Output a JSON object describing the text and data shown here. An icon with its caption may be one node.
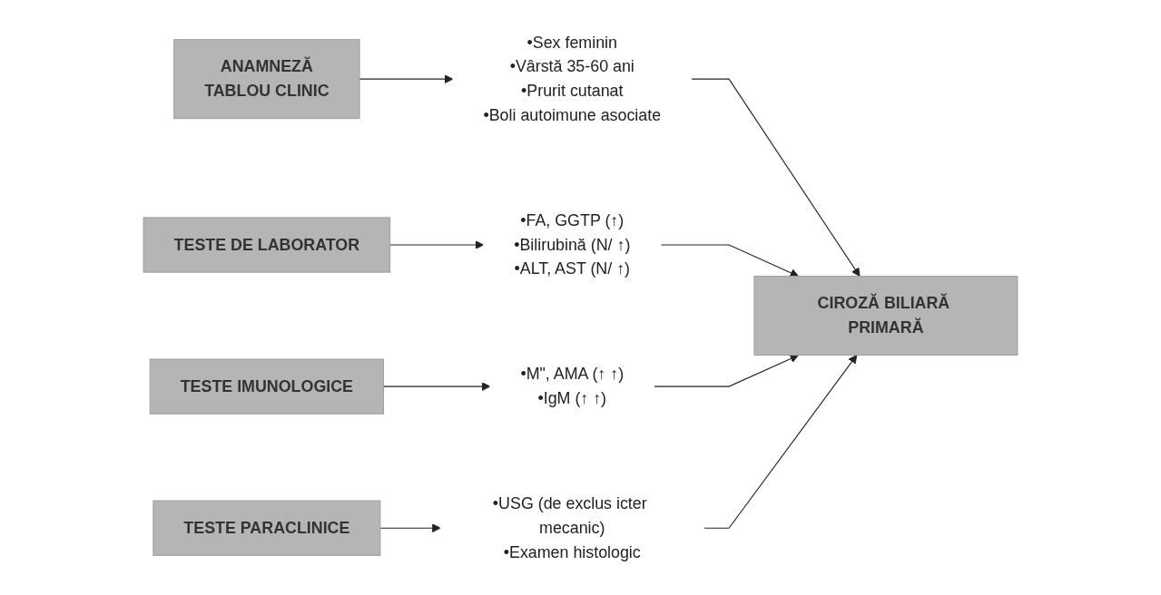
{
  "diagram": {
    "nodes": [
      {
        "text": [
          "ANAMNEZĂ",
          "TABLOU CLINIC"
        ]
      },
      {
        "text": [
          "•Sex feminin",
          "•Vârstă 35-60 ani",
          "•Prurit cutanat",
          "•Boli autoimune asociate"
        ]
      },
      {
        "text": [
          "TESTE DE LABORATOR"
        ]
      },
      {
        "text": [
          "•FA, GGTP (↑)",
          "•Bilirubină (N/ ↑)",
          "•ALT, AST (N/ ↑)"
        ]
      },
      {
        "text": [
          "TESTE IMUNOLOGICE"
        ]
      },
      {
        "text": [
          "•M\", AMA (↑ ↑)",
          "•IgM (↑ ↑)"
        ]
      },
      {
        "text": [
          "TESTE PARACLINICE"
        ]
      },
      {
        "text": [
          "•USG (de exclus icter mecanic)",
          "•Examen histologic"
        ]
      },
      {
        "text": [
          "CIROZĂ BILIARĂ PRIMARĂ"
        ]
      }
    ],
    "edges": [
      {
        "from": 0,
        "to": 1,
        "arrow": "to"
      },
      {
        "from": 1,
        "to": 8,
        "arrow": "to"
      },
      {
        "from": 2,
        "to": 3,
        "arrow": "to"
      },
      {
        "from": 3,
        "to": 8,
        "arrow": "to"
      },
      {
        "from": 4,
        "to": 5,
        "arrow": "to"
      },
      {
        "from": 5,
        "to": 8,
        "arrow": "to"
      },
      {
        "from": 6,
        "to": 7,
        "arrow": "to"
      },
      {
        "from": 7,
        "to": 8,
        "arrow": "to"
      }
    ]
  }
}
